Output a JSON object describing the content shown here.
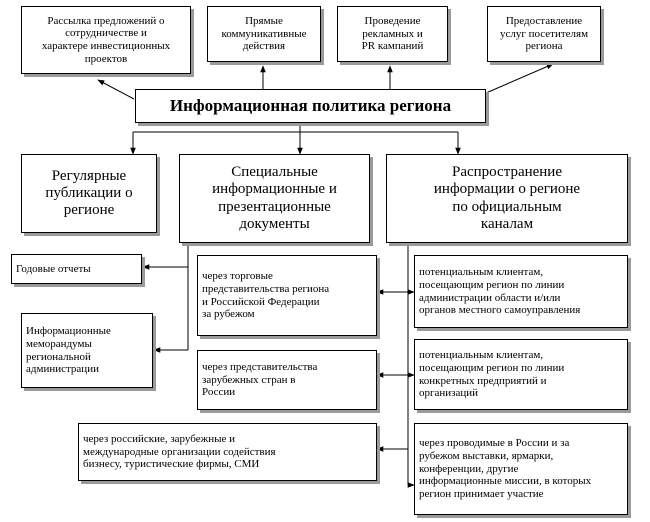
{
  "top": [
    {
      "text": "Рассылка предложений о\nсотрудничестве и\nхарактере инвестиционных\nпроектов"
    },
    {
      "text": "Прямые\nкоммуникативные\nдействия"
    },
    {
      "text": "Проведение\nрекламных и\nPR кампаний"
    },
    {
      "text": "Предоставление\nуслуг посетителям\nрегиона"
    }
  ],
  "center": {
    "text": "Информационная политика региона"
  },
  "mid": [
    {
      "text": "Регулярные\nпубликации о\nрегионе"
    },
    {
      "text": "Специальные\nинформационные и\nпрезентационные\nдокументы"
    },
    {
      "text": "Распространение\nинформации о регионе\nпо официальным\nканалам"
    }
  ],
  "docs": [
    {
      "text": "Годовые отчеты"
    },
    {
      "text": "Информационные\nмеморандумы\nрегиональной\nадминистрации"
    }
  ],
  "via": [
    {
      "text": "через торговые\nпредставительства региона\nи Российской Федерации\nза рубежом"
    },
    {
      "text": "через представительства\nзарубежных стран в\nРоссии"
    },
    {
      "text": "через российские, зарубежные и\nмеждународные организации содействия\nбизнесу, туристические фирмы, СМИ"
    }
  ],
  "targets": [
    {
      "text": "потенциальным клиентам,\nпосещающим регион по линии\nадминистрации области и/или\nорганов местного самоуправления"
    },
    {
      "text": "потенциальным клиентам,\nпосещающим регион по линии\nконкретных предприятий и\nорганизаций"
    },
    {
      "text": "через проводимые в России и за\nрубежом выставки, ярмарки,\nконференции, другие\nинформационные миссии, в которых\nрегион принимает участие"
    }
  ]
}
